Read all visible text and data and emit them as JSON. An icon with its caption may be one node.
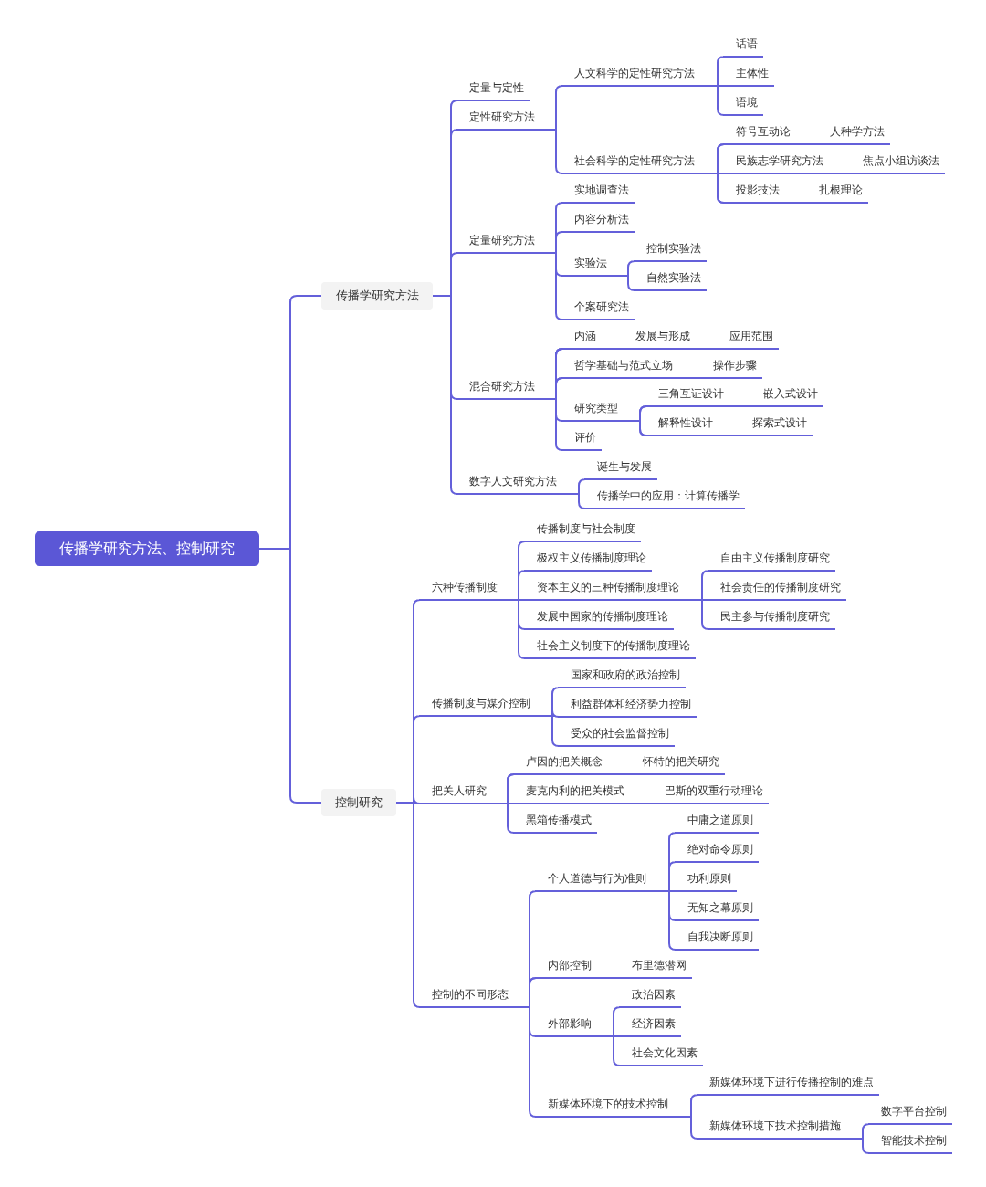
{
  "diagram": {
    "nodes": [
      {
        "text": [
          "传播学研究方法、控制研究"
        ]
      },
      {
        "text": [
          "传播学研究方法"
        ]
      },
      {
        "text": [
          "定量与定性"
        ]
      },
      {
        "text": [
          "定性研究方法"
        ]
      },
      {
        "text": [
          "人文科学的定性研究方法"
        ]
      },
      {
        "text": [
          "话语"
        ]
      },
      {
        "text": [
          "主体性"
        ]
      },
      {
        "text": [
          "语境"
        ]
      },
      {
        "text": [
          "社会科学的定性研究方法"
        ]
      },
      {
        "text": [
          "符号互动论"
        ]
      },
      {
        "text": [
          "人种学方法"
        ]
      },
      {
        "text": [
          "民族志学研究方法"
        ]
      },
      {
        "text": [
          "焦点小组访谈法"
        ]
      },
      {
        "text": [
          "投影技法"
        ]
      },
      {
        "text": [
          "扎根理论"
        ]
      },
      {
        "text": [
          "定量研究方法"
        ]
      },
      {
        "text": [
          "实地调查法"
        ]
      },
      {
        "text": [
          "内容分析法"
        ]
      },
      {
        "text": [
          "实验法"
        ]
      },
      {
        "text": [
          "控制实验法"
        ]
      },
      {
        "text": [
          "自然实验法"
        ]
      },
      {
        "text": [
          "个案研究法"
        ]
      },
      {
        "text": [
          "混合研究方法"
        ]
      },
      {
        "text": [
          "内涵"
        ]
      },
      {
        "text": [
          "发展与形成"
        ]
      },
      {
        "text": [
          "应用范围"
        ]
      },
      {
        "text": [
          "哲学基础与范式立场"
        ]
      },
      {
        "text": [
          "操作步骤"
        ]
      },
      {
        "text": [
          "研究类型"
        ]
      },
      {
        "text": [
          "三角互证设计"
        ]
      },
      {
        "text": [
          "嵌入式设计"
        ]
      },
      {
        "text": [
          "解释性设计"
        ]
      },
      {
        "text": [
          "探索式设计"
        ]
      },
      {
        "text": [
          "评价"
        ]
      },
      {
        "text": [
          "数字人文研究方法"
        ]
      },
      {
        "text": [
          "诞生与发展"
        ]
      },
      {
        "text": [
          "传播学中的应用：计算传播学"
        ]
      },
      {
        "text": [
          "控制研究"
        ]
      },
      {
        "text": [
          "六种传播制度"
        ]
      },
      {
        "text": [
          "传播制度与社会制度"
        ]
      },
      {
        "text": [
          "极权主义传播制度理论"
        ]
      },
      {
        "text": [
          "资本主义的三种传播制度理论"
        ]
      },
      {
        "text": [
          "自由主义传播制度研究"
        ]
      },
      {
        "text": [
          "社会责任的传播制度研究"
        ]
      },
      {
        "text": [
          "民主参与传播制度研究"
        ]
      },
      {
        "text": [
          "发展中国家的传播制度理论"
        ]
      },
      {
        "text": [
          "社会主义制度下的传播制度理论"
        ]
      },
      {
        "text": [
          "传播制度与媒介控制"
        ]
      },
      {
        "text": [
          "国家和政府的政治控制"
        ]
      },
      {
        "text": [
          "利益群体和经济势力控制"
        ]
      },
      {
        "text": [
          "受众的社会监督控制"
        ]
      },
      {
        "text": [
          "把关人研究"
        ]
      },
      {
        "text": [
          "卢因的把关概念"
        ]
      },
      {
        "text": [
          "怀特的把关研究"
        ]
      },
      {
        "text": [
          "麦克内利的把关模式"
        ]
      },
      {
        "text": [
          "巴斯的双重行动理论"
        ]
      },
      {
        "text": [
          "黑箱传播模式"
        ]
      },
      {
        "text": [
          "控制的不同形态"
        ]
      },
      {
        "text": [
          "个人道德与行为准则"
        ]
      },
      {
        "text": [
          "中庸之道原则"
        ]
      },
      {
        "text": [
          "绝对命令原则"
        ]
      },
      {
        "text": [
          "功利原则"
        ]
      },
      {
        "text": [
          "无知之幕原则"
        ]
      },
      {
        "text": [
          "自我决断原则"
        ]
      },
      {
        "text": [
          "内部控制"
        ]
      },
      {
        "text": [
          "布里德潜网"
        ]
      },
      {
        "text": [
          "外部影响"
        ]
      },
      {
        "text": [
          "政治因素"
        ]
      },
      {
        "text": [
          "经济因素"
        ]
      },
      {
        "text": [
          "社会文化因素"
        ]
      },
      {
        "text": [
          "新媒体环境下的技术控制"
        ]
      },
      {
        "text": [
          "新媒体环境下进行传播控制的难点"
        ]
      },
      {
        "text": [
          "新媒体环境下技术控制措施"
        ]
      },
      {
        "text": [
          "数字平台控制"
        ]
      },
      {
        "text": [
          "智能技术控制"
        ]
      }
    ],
    "edges": [
      {
        "from": 0,
        "to": 1,
        "arrow": "none"
      },
      {
        "from": 1,
        "to": 2,
        "arrow": "none"
      },
      {
        "from": 1,
        "to": 3,
        "arrow": "none"
      },
      {
        "from": 3,
        "to": 4,
        "arrow": "none"
      },
      {
        "from": 4,
        "to": 5,
        "arrow": "none"
      },
      {
        "from": 4,
        "to": 6,
        "arrow": "none"
      },
      {
        "from": 4,
        "to": 7,
        "arrow": "none"
      },
      {
        "from": 3,
        "to": 8,
        "arrow": "none"
      },
      {
        "from": 8,
        "to": 9,
        "arrow": "none"
      },
      {
        "from": 8,
        "to": 10,
        "arrow": "none"
      },
      {
        "from": 8,
        "to": 11,
        "arrow": "none"
      },
      {
        "from": 8,
        "to": 12,
        "arrow": "none"
      },
      {
        "from": 8,
        "to": 13,
        "arrow": "none"
      },
      {
        "from": 8,
        "to": 14,
        "arrow": "none"
      },
      {
        "from": 1,
        "to": 15,
        "arrow": "none"
      },
      {
        "from": 15,
        "to": 16,
        "arrow": "none"
      },
      {
        "from": 15,
        "to": 17,
        "arrow": "none"
      },
      {
        "from": 15,
        "to": 18,
        "arrow": "none"
      },
      {
        "from": 18,
        "to": 19,
        "arrow": "none"
      },
      {
        "from": 18,
        "to": 20,
        "arrow": "none"
      },
      {
        "from": 15,
        "to": 21,
        "arrow": "none"
      },
      {
        "from": 1,
        "to": 22,
        "arrow": "none"
      },
      {
        "from": 22,
        "to": 23,
        "arrow": "none"
      },
      {
        "from": 22,
        "to": 24,
        "arrow": "none"
      },
      {
        "from": 22,
        "to": 25,
        "arrow": "none"
      },
      {
        "from": 22,
        "to": 26,
        "arrow": "none"
      },
      {
        "from": 22,
        "to": 27,
        "arrow": "none"
      },
      {
        "from": 22,
        "to": 28,
        "arrow": "none"
      },
      {
        "from": 28,
        "to": 29,
        "arrow": "none"
      },
      {
        "from": 28,
        "to": 30,
        "arrow": "none"
      },
      {
        "from": 28,
        "to": 31,
        "arrow": "none"
      },
      {
        "from": 28,
        "to": 32,
        "arrow": "none"
      },
      {
        "from": 22,
        "to": 33,
        "arrow": "none"
      },
      {
        "from": 1,
        "to": 34,
        "arrow": "none"
      },
      {
        "from": 34,
        "to": 35,
        "arrow": "none"
      },
      {
        "from": 34,
        "to": 36,
        "arrow": "none"
      },
      {
        "from": 0,
        "to": 37,
        "arrow": "none"
      },
      {
        "from": 37,
        "to": 38,
        "arrow": "none"
      },
      {
        "from": 38,
        "to": 39,
        "arrow": "none"
      },
      {
        "from": 38,
        "to": 40,
        "arrow": "none"
      },
      {
        "from": 38,
        "to": 41,
        "arrow": "none"
      },
      {
        "from": 41,
        "to": 42,
        "arrow": "none"
      },
      {
        "from": 41,
        "to": 43,
        "arrow": "none"
      },
      {
        "from": 41,
        "to": 44,
        "arrow": "none"
      },
      {
        "from": 38,
        "to": 45,
        "arrow": "none"
      },
      {
        "from": 38,
        "to": 46,
        "arrow": "none"
      },
      {
        "from": 37,
        "to": 47,
        "arrow": "none"
      },
      {
        "from": 47,
        "to": 48,
        "arrow": "none"
      },
      {
        "from": 47,
        "to": 49,
        "arrow": "none"
      },
      {
        "from": 47,
        "to": 50,
        "arrow": "none"
      },
      {
        "from": 37,
        "to": 51,
        "arrow": "none"
      },
      {
        "from": 51,
        "to": 52,
        "arrow": "none"
      },
      {
        "from": 51,
        "to": 53,
        "arrow": "none"
      },
      {
        "from": 51,
        "to": 54,
        "arrow": "none"
      },
      {
        "from": 51,
        "to": 55,
        "arrow": "none"
      },
      {
        "from": 51,
        "to": 56,
        "arrow": "none"
      },
      {
        "from": 37,
        "to": 57,
        "arrow": "none"
      },
      {
        "from": 57,
        "to": 58,
        "arrow": "none"
      },
      {
        "from": 58,
        "to": 59,
        "arrow": "none"
      },
      {
        "from": 58,
        "to": 60,
        "arrow": "none"
      },
      {
        "from": 58,
        "to": 61,
        "arrow": "none"
      },
      {
        "from": 58,
        "to": 62,
        "arrow": "none"
      },
      {
        "from": 58,
        "to": 63,
        "arrow": "none"
      },
      {
        "from": 57,
        "to": 64,
        "arrow": "none"
      },
      {
        "from": 57,
        "to": 65,
        "arrow": "none"
      },
      {
        "from": 57,
        "to": 66,
        "arrow": "none"
      },
      {
        "from": 66,
        "to": 67,
        "arrow": "none"
      },
      {
        "from": 66,
        "to": 68,
        "arrow": "none"
      },
      {
        "from": 66,
        "to": 69,
        "arrow": "none"
      },
      {
        "from": 57,
        "to": 70,
        "arrow": "none"
      },
      {
        "from": 70,
        "to": 71,
        "arrow": "none"
      },
      {
        "from": 70,
        "to": 72,
        "arrow": "none"
      },
      {
        "from": 72,
        "to": 73,
        "arrow": "none"
      },
      {
        "from": 72,
        "to": 74,
        "arrow": "none"
      }
    ]
  }
}
